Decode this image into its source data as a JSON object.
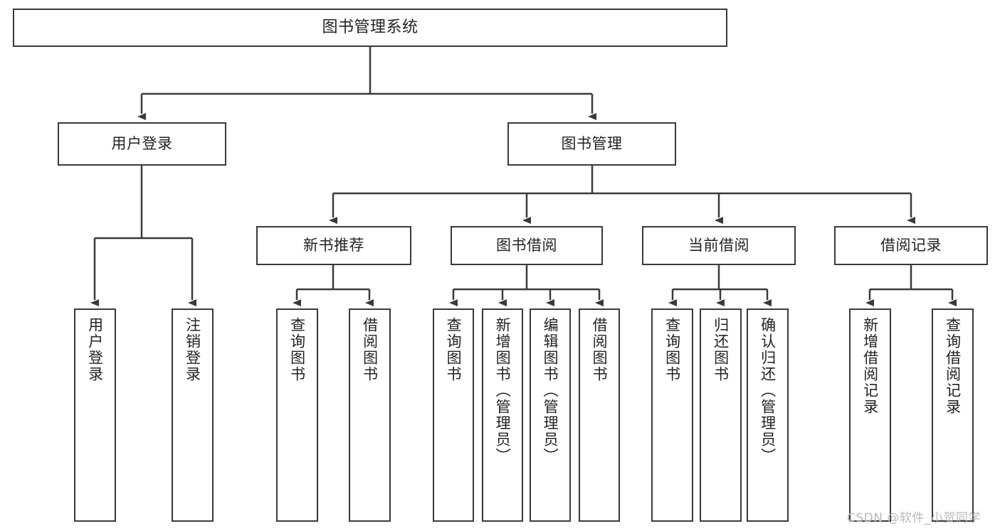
{
  "diagram": {
    "title": "图书管理系统",
    "type": "tree",
    "root": {
      "label": "图书管理系统"
    },
    "level2": [
      {
        "label": "用户登录"
      },
      {
        "label": "图书管理"
      }
    ],
    "level3": [
      {
        "label": "新书推荐"
      },
      {
        "label": "图书借阅"
      },
      {
        "label": "当前借阅"
      },
      {
        "label": "借阅记录"
      }
    ],
    "leaves": {
      "user_login": [
        {
          "label": "用户登录"
        },
        {
          "label": "注销登录"
        }
      ],
      "new_book_recommend": [
        {
          "label": "查询图书"
        },
        {
          "label": "借阅图书"
        }
      ],
      "book_borrow": [
        {
          "label": "查询图书"
        },
        {
          "label": "新增图书（管理员）"
        },
        {
          "label": "编辑图书（管理员）"
        },
        {
          "label": "借阅图书"
        }
      ],
      "current_borrow": [
        {
          "label": "查询图书"
        },
        {
          "label": "归还图书"
        },
        {
          "label": "确认归还（管理员）"
        }
      ],
      "borrow_record": [
        {
          "label": "新增借阅记录"
        },
        {
          "label": "查询借阅记录"
        }
      ]
    }
  },
  "watermark": {
    "text": "CSDN @软件_小贺同学"
  },
  "colors": {
    "box_border": "#3a3a3a",
    "box_fill": "#ffffff",
    "text": "#232323",
    "edge": "#3a3a3a",
    "watermark": "#b9b9b9",
    "background": "#ffffff"
  }
}
